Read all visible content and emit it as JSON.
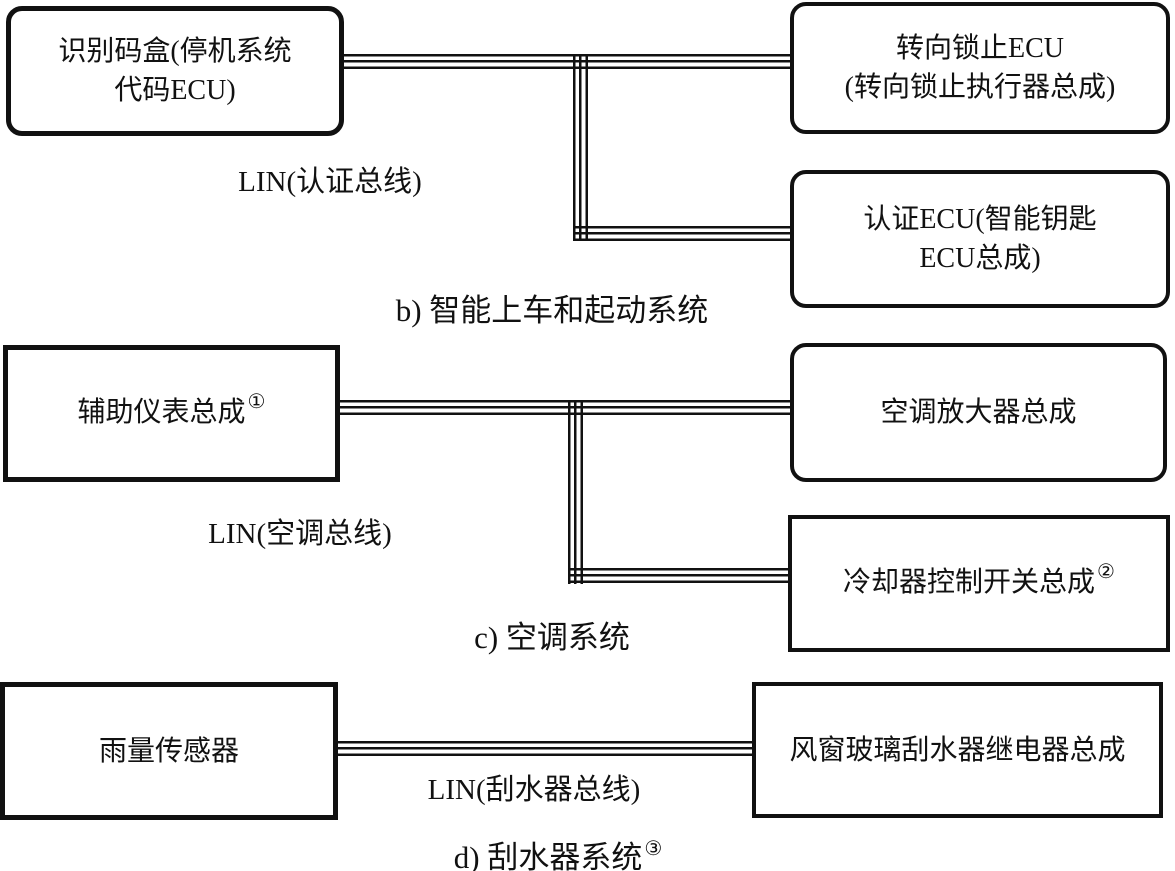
{
  "diagram": {
    "colors": {
      "line": "#111111",
      "background": "#ffffff",
      "text": "#111111"
    },
    "sections": [
      {
        "caption": "b) 智能上车和起动系统",
        "bus_label": "LIN(认证总线)",
        "boxes": [
          {
            "lines": [
              "识别码盒(停机系统",
              "代码ECU)"
            ]
          },
          {
            "lines": [
              "转向锁止ECU",
              "(转向锁止执行器总成)"
            ]
          },
          {
            "lines": [
              "认证ECU(智能钥匙",
              "ECU总成)"
            ]
          }
        ]
      },
      {
        "caption": "c) 空调系统",
        "bus_label": "LIN(空调总线)",
        "boxes": [
          {
            "lines": [
              "辅助仪表总成"
            ],
            "superscript": "①"
          },
          {
            "lines": [
              "空调放大器总成"
            ]
          },
          {
            "lines": [
              "冷却器控制开关总成"
            ],
            "superscript": "②"
          }
        ]
      },
      {
        "caption": "d) 刮水器系统",
        "caption_superscript": "③",
        "bus_label": "LIN(刮水器总线)",
        "boxes": [
          {
            "lines": [
              "雨量传感器"
            ]
          },
          {
            "lines": [
              "风窗玻璃刮水器继电器总成"
            ]
          }
        ]
      }
    ]
  }
}
